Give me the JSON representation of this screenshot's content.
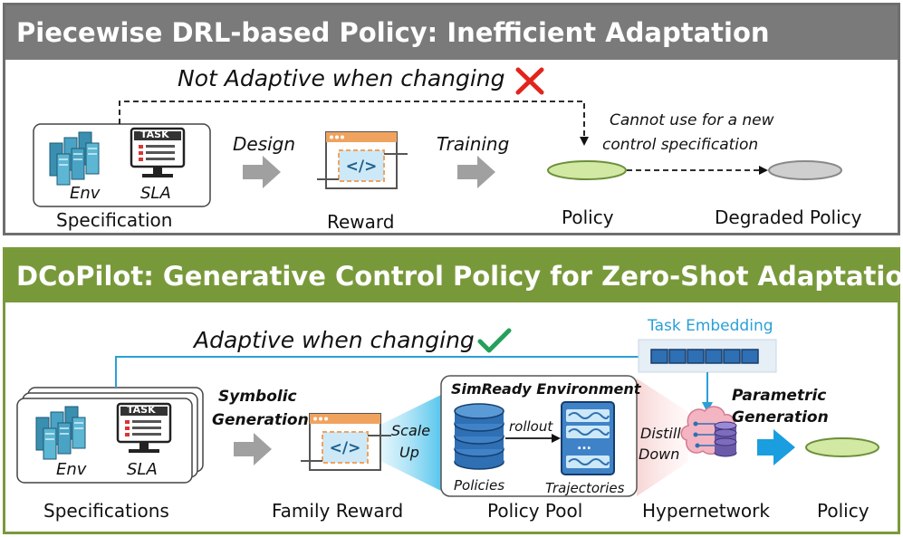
{
  "top": {
    "title": "Piecewise DRL-based Policy: Inefficient Adaptation",
    "not_adaptive": "Not Adaptive when changing",
    "env": "Env",
    "sla": "SLA",
    "task": "TASK",
    "specification": "Specification",
    "design": "Design",
    "reward": "Reward",
    "training": "Training",
    "policy": "Policy",
    "cannot_use_line1": "Cannot use for a new",
    "cannot_use_line2": "control specification",
    "degraded_policy": "Degraded Policy"
  },
  "bottom": {
    "title": "DCoPilot: Generative Control Policy for Zero-Shot Adaptation",
    "adaptive": "Adaptive when changing",
    "task_embedding": "Task Embedding",
    "env": "Env",
    "sla": "SLA",
    "task": "TASK",
    "specifications": "Specifications",
    "symbolic_line1": "Symbolic",
    "symbolic_line2": "Generation",
    "family_reward": "Family Reward",
    "scale_line1": "Scale",
    "scale_line2": "Up",
    "simready": "SimReady Environment",
    "rollout": "rollout",
    "policies": "Policies",
    "trajectories": "Trajectories",
    "ellipsis": "...",
    "policy_pool": "Policy Pool",
    "distill_line1": "Distill",
    "distill_line2": "Down",
    "parametric_line1": "Parametric",
    "parametric_line2": "Generation",
    "hypernetwork": "Hypernetwork",
    "policy": "Policy"
  },
  "colors": {
    "top_banner": "#7a7a7a",
    "bottom_banner": "#78993a",
    "policy_fill": "#d2e9a4",
    "degraded_fill": "#cfcfcf",
    "check_green": "#25a05a",
    "cross_red": "#e2251c",
    "embedding_blue": "#2a9fd8",
    "arrow_blue": "#1a9ee0"
  },
  "icons": [
    "server-rack-icon",
    "task-monitor-icon",
    "code-window-icon",
    "cross-icon",
    "check-icon",
    "database-stack-icon",
    "trajectory-list-icon",
    "brain-circuit-icon"
  ]
}
